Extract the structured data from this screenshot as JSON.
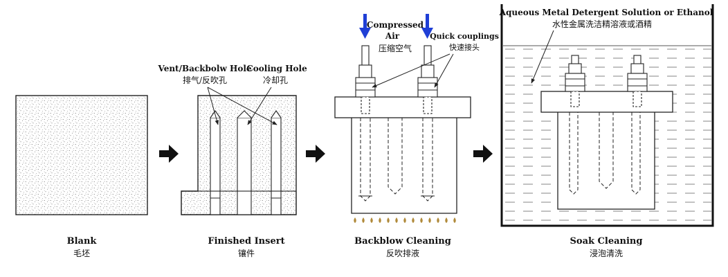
{
  "stages": [
    {
      "title": "Blank",
      "subtitle": "毛坯"
    },
    {
      "title": "Finished Insert",
      "subtitle": "镶件"
    },
    {
      "title": "Backblow Cleaning",
      "subtitle": "反吹排液"
    },
    {
      "title": "Soak Cleaning",
      "subtitle": "浸泡清洗"
    }
  ],
  "labels": {
    "vent_en": "Vent/Backbolw Hole",
    "vent_cn": "排气/反吹孔",
    "cooling_en": "Cooling Hole",
    "cooling_cn": "冷却孔",
    "compressed_line1": "Compressed",
    "compressed_line2": "Air",
    "compressed_cn": "压缩空气",
    "quick_en": "Quick couplings",
    "quick_cn": "快速接头",
    "solution_en": "Aqueous Metal Detergent Solution or Ethanol",
    "solution_cn": "水性金属洗洁精溶液或酒精"
  },
  "colors": {
    "air_arrow": "#1f3fd6",
    "drip": "#b08a3a",
    "line": "#222222",
    "texture": "#555555"
  },
  "icons": {
    "process_arrow": "right-arrow-icon",
    "air_flow": "down-arrow-icon",
    "drops": "droplet-icon"
  }
}
